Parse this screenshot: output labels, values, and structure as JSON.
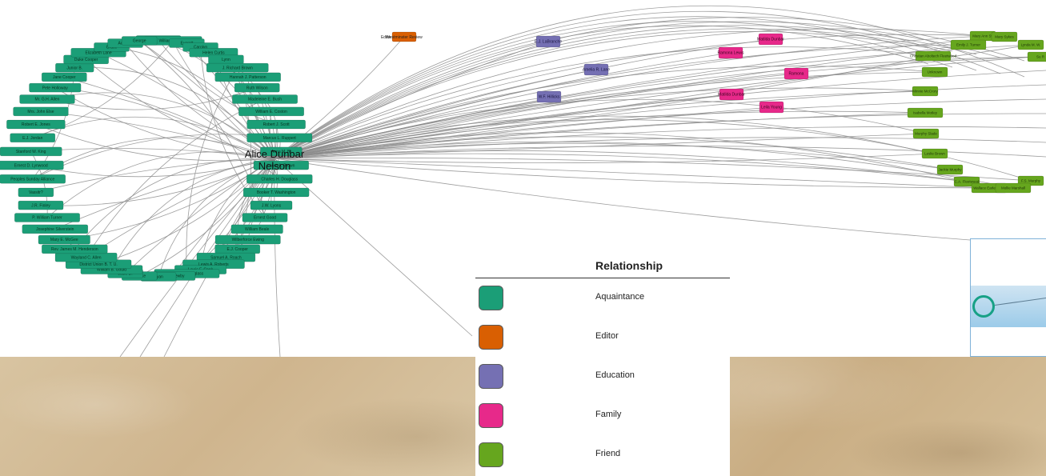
{
  "legend": {
    "title": "Relationship",
    "items": [
      {
        "label": "Aquaintance",
        "color": "#1b9e77"
      },
      {
        "label": "Editor",
        "color": "#d95f02"
      },
      {
        "label": "Education",
        "color": "#7570b3"
      },
      {
        "label": "Family",
        "color": "#e7298a"
      },
      {
        "label": "Friend",
        "color": "#66a61e"
      }
    ]
  },
  "graph": {
    "center_label": "Alice Dunbar Nelson",
    "edge_color": "#8c8c8c",
    "ring_nodes": [
      "Rosa Elwood",
      "William John R.",
      "Everett",
      "Carolyn",
      "Helen Curtis",
      "Lynn",
      "J. Richard Brown",
      "Hannah J. Patterson",
      "Ruth Wilson",
      "Madeleine E. Bush",
      "William E. Coston",
      "Robert J. Scott",
      "Marcus L. Ruppert",
      "Anna M. B.",
      "Laura A. Brown",
      "Charles H. Douglass",
      "Booker T. Washington",
      "J.W. Lyons",
      "Ernest Good",
      "William Beale",
      "Wilberforce Ewing",
      "E.J. Cooper",
      "Samuel A. Roach",
      "Lewis A. Roberts",
      "Lewis F. Cook",
      "Lewis H. Douglass",
      "Eddie Newby",
      "Ryan",
      "Grimke",
      "Josie D.",
      "William B. Gould",
      "District Union B. T. U.",
      "Wayland C. Allen",
      "Rev. James M. Henderson",
      "Mary E. McGee",
      "Josephine Silverstein",
      "P. William Turner",
      "J.R. Finley",
      "Vassitr?",
      "Peoples Sunday Alliance",
      "Ernest D. Lynwood",
      "Stanford W. King",
      "E.J. Jordan",
      "Robert E. Jones",
      "Mrs. John Else",
      "Mr. G.H. Allen",
      "Pete Holloway",
      "Jane Cooper",
      "Junior B.",
      "Duke Cooper",
      "Elizabeth Lane",
      "Grace",
      "Aurelius",
      "George"
    ],
    "editor_nodes": [
      {
        "label": "Westminster Review",
        "prefix": "Editor",
        "color": "#d95f02"
      }
    ],
    "education_nodes": [
      "E.J. LaBranche",
      "Amelia R. Lane",
      "W.F. Hillicks"
    ],
    "family_nodes": [
      "Matilda Dunbar",
      "Ramona Lewis",
      "Ramona",
      "Matilda Dunbar ",
      "Leila Young"
    ],
    "friend_nodes": [
      "Mary Ann Sy",
      "Mary Sykes",
      "Emily J. Turner",
      "Lynda M. W.",
      "Christian Aboltech Fleetwood",
      "Unknown",
      "Minnie McCrory",
      "Isabella Motley",
      "Murphy Slade",
      "Leslie Brown",
      "Jackie Murphy",
      "C.A. Fleetwood",
      "F.S. Murphy",
      "Wallace Earle Miller",
      "Mollie Marshall",
      "Su R"
    ]
  }
}
